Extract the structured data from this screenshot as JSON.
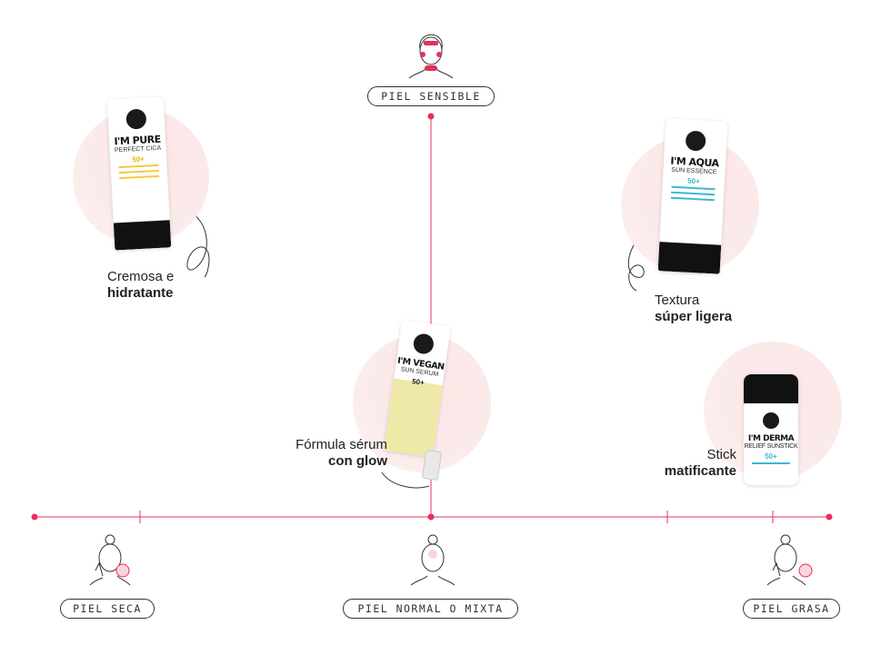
{
  "skin_types": {
    "sensitive": "PIEL SENSIBLE",
    "dry": "PIEL SECA",
    "normal": "PIEL NORMAL O MIXTA",
    "oily": "PIEL GRASA"
  },
  "products": [
    {
      "name": "I'M PURE",
      "subtitle": "PERFECT CICA",
      "spf": "50+",
      "caption_line1": "Cremosa e",
      "caption_line2": "hidratante"
    },
    {
      "name": "I'M AQUA",
      "subtitle": "SUN ESSENCE",
      "spf": "50+",
      "caption_line1": "Textura",
      "caption_line2": "súper ligera"
    },
    {
      "name": "I'M VEGAN",
      "subtitle": "SUN SERUM",
      "spf": "50+",
      "caption_line1": "Fórmula sérum",
      "caption_line2": "con glow"
    },
    {
      "name": "I'M DERMA",
      "subtitle": "RELIEF SUNSTICK",
      "spf": "50+",
      "caption_line1": "Stick",
      "caption_line2": "matificante"
    }
  ],
  "colors": {
    "accent": "#e8305a",
    "pure": "#f5c842",
    "aqua": "#3bb8d6",
    "vegan": "#efe9a8"
  }
}
